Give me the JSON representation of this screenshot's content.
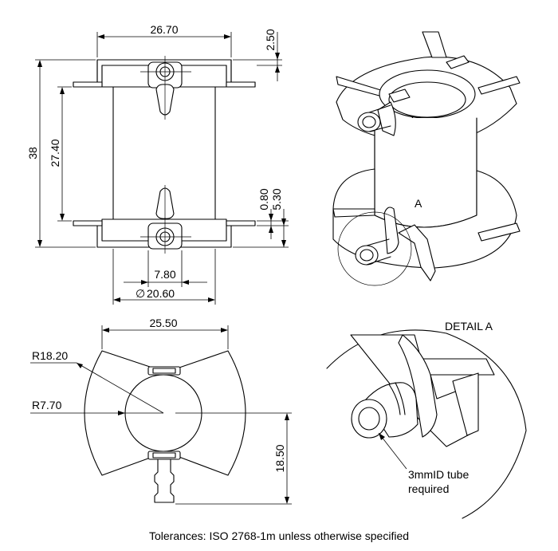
{
  "front_view": {
    "dim_width_top": "26.70",
    "dim_flange_thickness": "2.50",
    "dim_overall_height": "38",
    "dim_inner_height": "27.40",
    "dim_small_gap": "0.80",
    "dim_lower_flange": "5.30",
    "dim_port_width": "7.80",
    "dim_core_diameter": "20.60",
    "diameter_symbol": "∅"
  },
  "iso_view": {
    "detail_marker": "A"
  },
  "top_view": {
    "dim_width": "25.50",
    "dim_outer_radius": "R18.20",
    "dim_inner_radius": "R7.70",
    "dim_depth": "18.50"
  },
  "detail_view": {
    "title": "DETAIL A",
    "callout_line1": "3mmID tube",
    "callout_line2": "required"
  },
  "footer": {
    "tolerance_note": "Tolerances: ISO 2768-1m unless otherwise specified"
  }
}
